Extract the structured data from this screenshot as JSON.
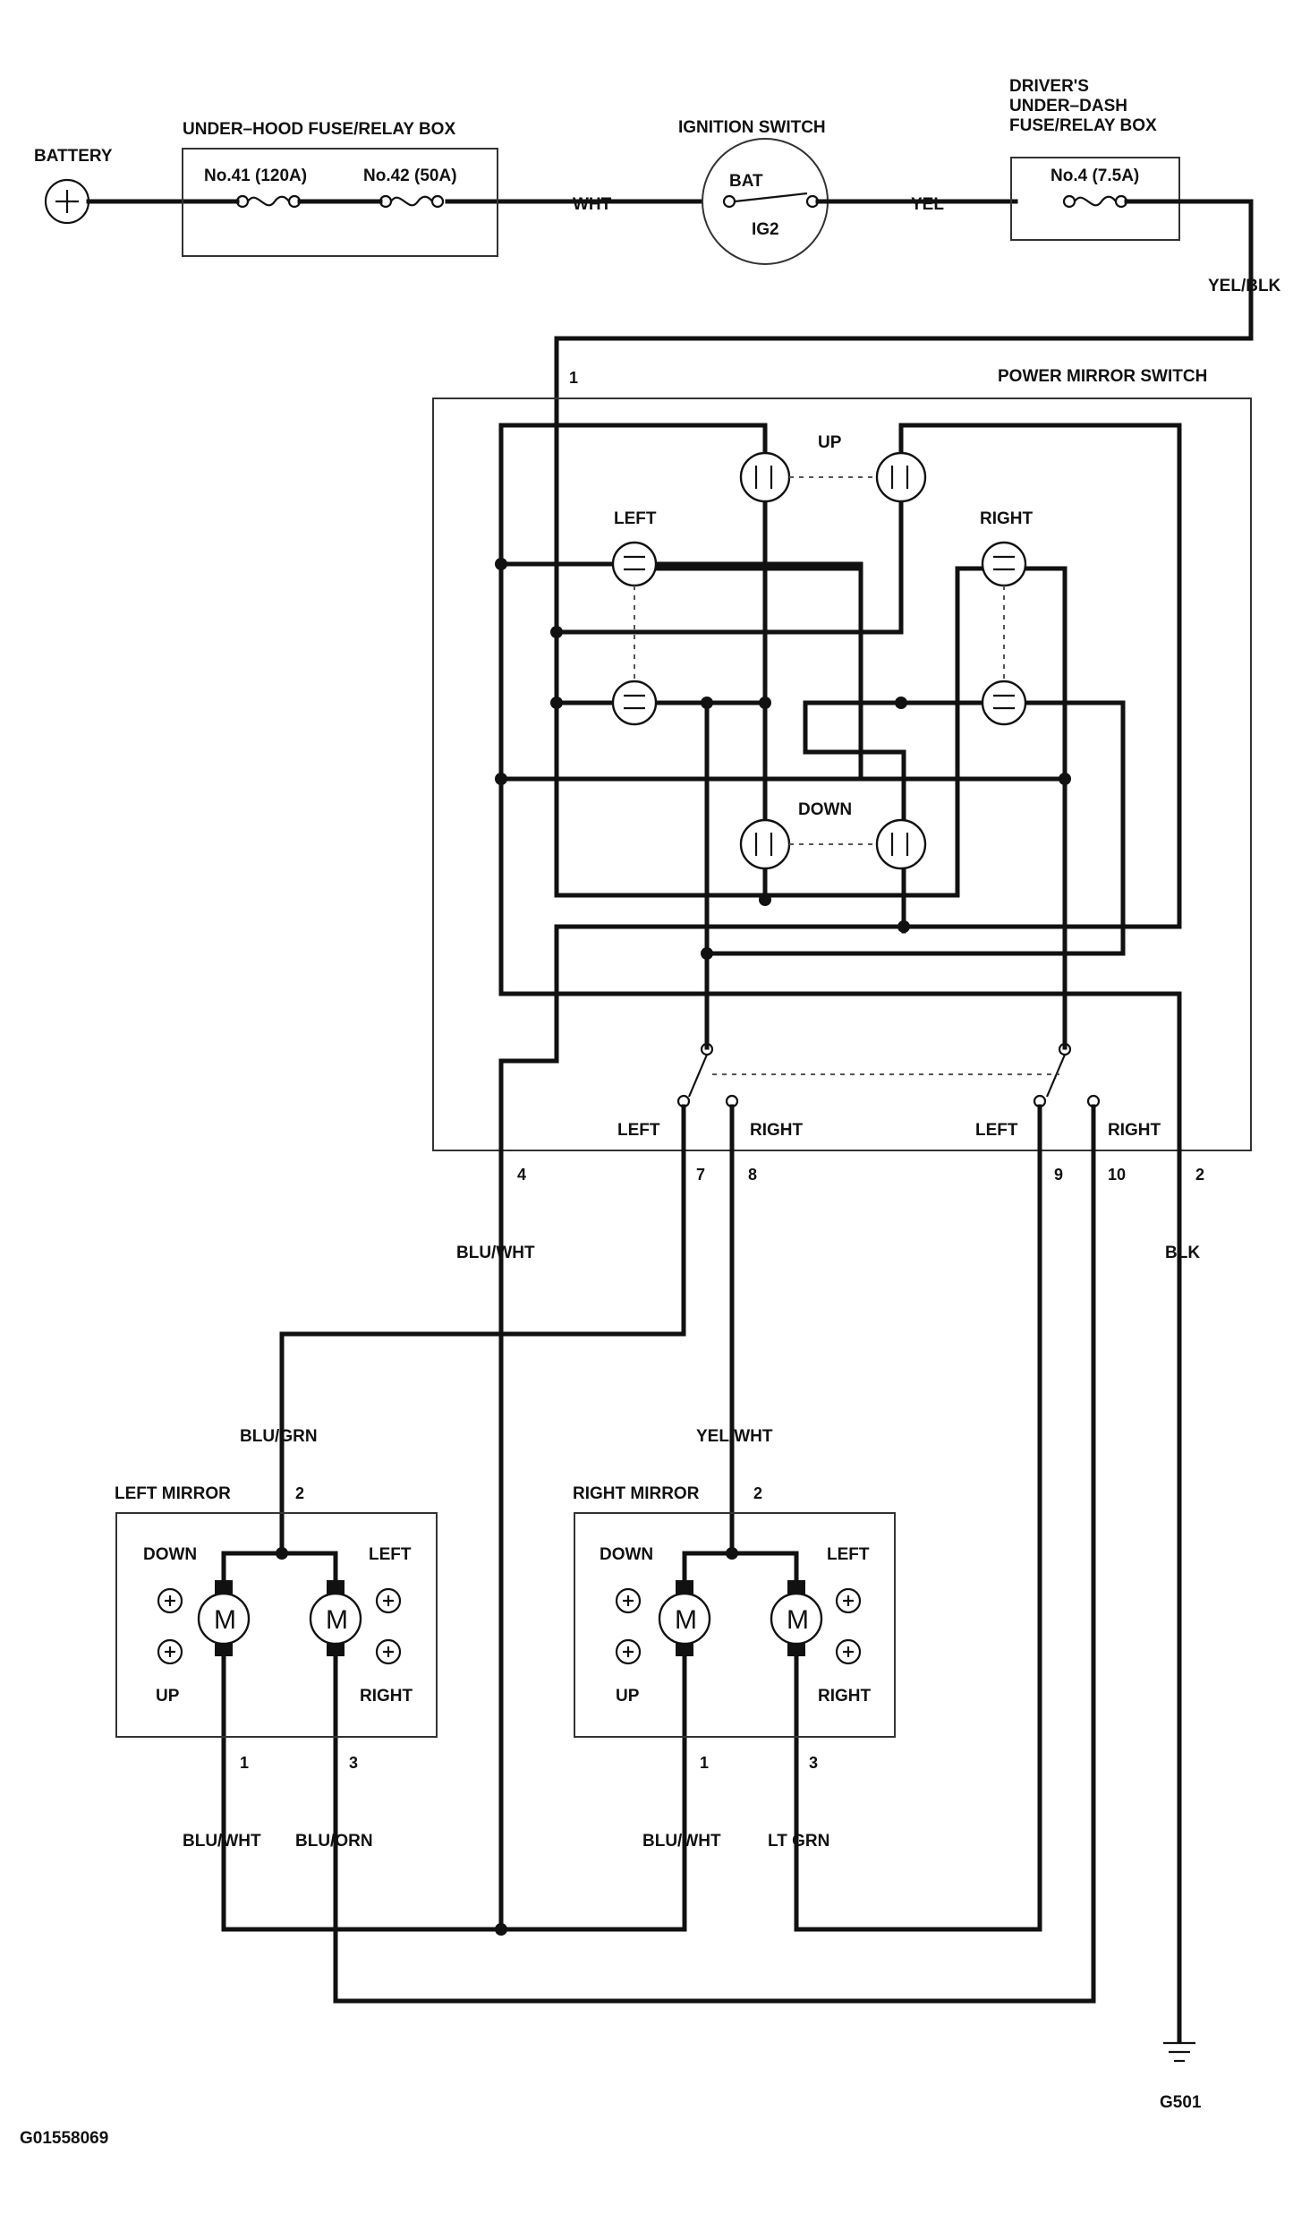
{
  "components": {
    "battery": {
      "label": "BATTERY"
    },
    "underhood_box": {
      "label": "UNDER–HOOD FUSE/RELAY BOX",
      "fuse_41": "No.41 (120A)",
      "fuse_42": "No.42 (50A)"
    },
    "ignition_switch": {
      "label": "IGNITION SWITCH",
      "terminal_bat": "BAT",
      "terminal_ig2": "IG2"
    },
    "underdash_box": {
      "label_line1": "DRIVER'S",
      "label_line2": "UNDER–DASH",
      "label_line3": "FUSE/RELAY BOX",
      "fuse_4": "No.4 (7.5A)"
    },
    "power_mirror_switch": {
      "label": "POWER MIRROR SWITCH",
      "up": "UP",
      "down": "DOWN",
      "left": "LEFT",
      "right": "RIGHT",
      "selector_left_a": "LEFT",
      "selector_right_a": "RIGHT",
      "selector_left_b": "LEFT",
      "selector_right_b": "RIGHT"
    },
    "left_mirror": {
      "label": "LEFT MIRROR",
      "down": "DOWN",
      "up": "UP",
      "left": "LEFT",
      "right": "RIGHT",
      "motor": "M"
    },
    "right_mirror": {
      "label": "RIGHT MIRROR",
      "down": "DOWN",
      "up": "UP",
      "left": "LEFT",
      "right": "RIGHT",
      "motor": "M"
    },
    "ground": {
      "label": "G501"
    }
  },
  "pins": {
    "switch_1": "1",
    "switch_2": "2",
    "switch_4": "4",
    "switch_7": "7",
    "switch_8": "8",
    "switch_9": "9",
    "switch_10": "10",
    "left_mirror_1": "1",
    "left_mirror_2": "2",
    "left_mirror_3": "3",
    "right_mirror_1": "1",
    "right_mirror_2": "2",
    "right_mirror_3": "3"
  },
  "wires": {
    "wht": "WHT",
    "yel": "YEL",
    "yel_blk": "YEL/BLK",
    "blu_wht_main": "BLU/WHT",
    "blk": "BLK",
    "blu_grn": "BLU/GRN",
    "yel_wht": "YEL/WHT",
    "left_blu_wht": "BLU/WHT",
    "left_blu_orn": "BLU/ORN",
    "right_blu_wht": "BLU/WHT",
    "right_lt_grn": "LT GRN"
  },
  "figure_id": "G01558069"
}
